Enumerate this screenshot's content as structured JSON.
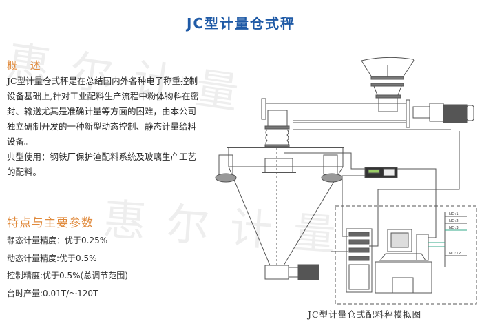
{
  "title": "JC型计量仓式秤",
  "watermark": "惠尔计量",
  "overview": {
    "heading": "概 述",
    "lines": [
      "JC型计量仓式秤是在总结国内外各种电子称重控制",
      "设备基础上,针对工业配料生产流程中粉体物料在密",
      "封、输送尤其是准确计量等方面的困难，由本公司",
      "独立研制开发的一种新型动态控制、静态计量给料",
      "设备。",
      "典型使用：钢铁厂保护渣配料系统及玻璃生产工艺",
      "的配料。"
    ]
  },
  "features": {
    "heading": "特点与主要参数",
    "items": [
      "静态计量精度：优于0.25%",
      "动态计量精度:优于0.5%",
      "控制精度:优于0.5%(总调节范围)",
      "台时产量:0.01T/～120T"
    ]
  },
  "diagram": {
    "caption": "JC型计量仓式配料秤模拟图",
    "outputs": [
      "NO:1",
      "NO:2",
      "NO:3",
      "NO:12"
    ]
  },
  "colors": {
    "title": "#1f5aa6",
    "heading": "#e08a3c"
  }
}
